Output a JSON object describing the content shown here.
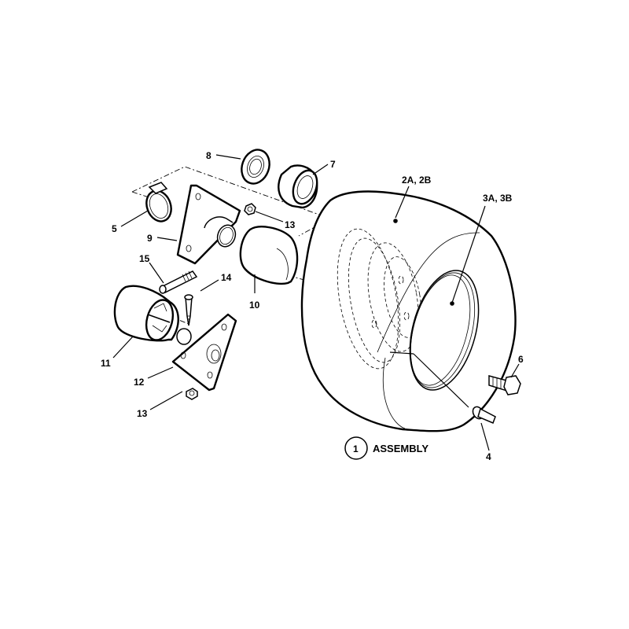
{
  "diagram": {
    "type": "exploded-parts-diagram",
    "subject": "wheel and tire assembly",
    "callouts": [
      {
        "id": "1",
        "label": "1",
        "text": "ASSEMBLY",
        "circled": true
      },
      {
        "id": "2",
        "label": "2A, 2B"
      },
      {
        "id": "3",
        "label": "3A, 3B"
      },
      {
        "id": "4",
        "label": "4"
      },
      {
        "id": "5",
        "label": "5"
      },
      {
        "id": "6",
        "label": "6"
      },
      {
        "id": "7",
        "label": "7"
      },
      {
        "id": "8",
        "label": "8"
      },
      {
        "id": "9",
        "label": "9"
      },
      {
        "id": "10",
        "label": "10"
      },
      {
        "id": "11",
        "label": "11"
      },
      {
        "id": "12",
        "label": "12"
      },
      {
        "id": "13a",
        "label": "13"
      },
      {
        "id": "13b",
        "label": "13"
      },
      {
        "id": "14",
        "label": "14"
      },
      {
        "id": "15",
        "label": "15"
      }
    ],
    "assembly_label": "ASSEMBLY",
    "assembly_number": "1"
  }
}
